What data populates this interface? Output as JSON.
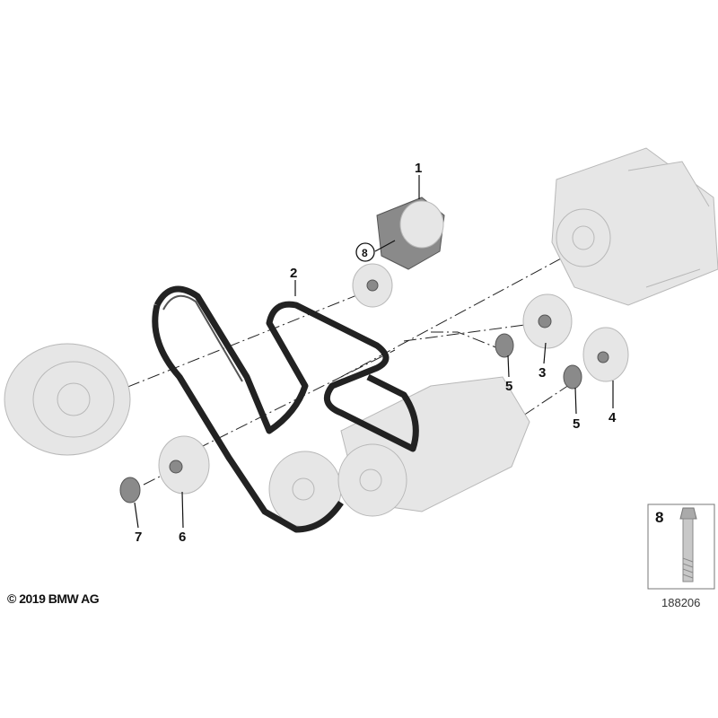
{
  "diagram": {
    "callouts": [
      {
        "id": "1",
        "part": "belt-tensioner"
      },
      {
        "id": "2",
        "part": "ribbed-v-belt"
      },
      {
        "id": "3",
        "part": "idler-pulley"
      },
      {
        "id": "4",
        "part": "guide-pulley"
      },
      {
        "id": "5a",
        "label": "5",
        "part": "dust-cap"
      },
      {
        "id": "5b",
        "label": "5",
        "part": "dust-cap"
      },
      {
        "id": "6",
        "part": "guide-pulley"
      },
      {
        "id": "7",
        "part": "dust-cap"
      },
      {
        "id": "8",
        "part": "bolt"
      }
    ],
    "labels": {
      "c1": "1",
      "c2": "2",
      "c3": "3",
      "c4": "4",
      "c5a": "5",
      "c5b": "5",
      "c6": "6",
      "c7": "7",
      "c8": "8"
    },
    "inset": {
      "label": "8",
      "id_number": "188206"
    },
    "copyright": "© 2019 BMW AG"
  },
  "colors": {
    "line": "#111111",
    "part": "#e6e6e6",
    "belt": "#222222"
  }
}
